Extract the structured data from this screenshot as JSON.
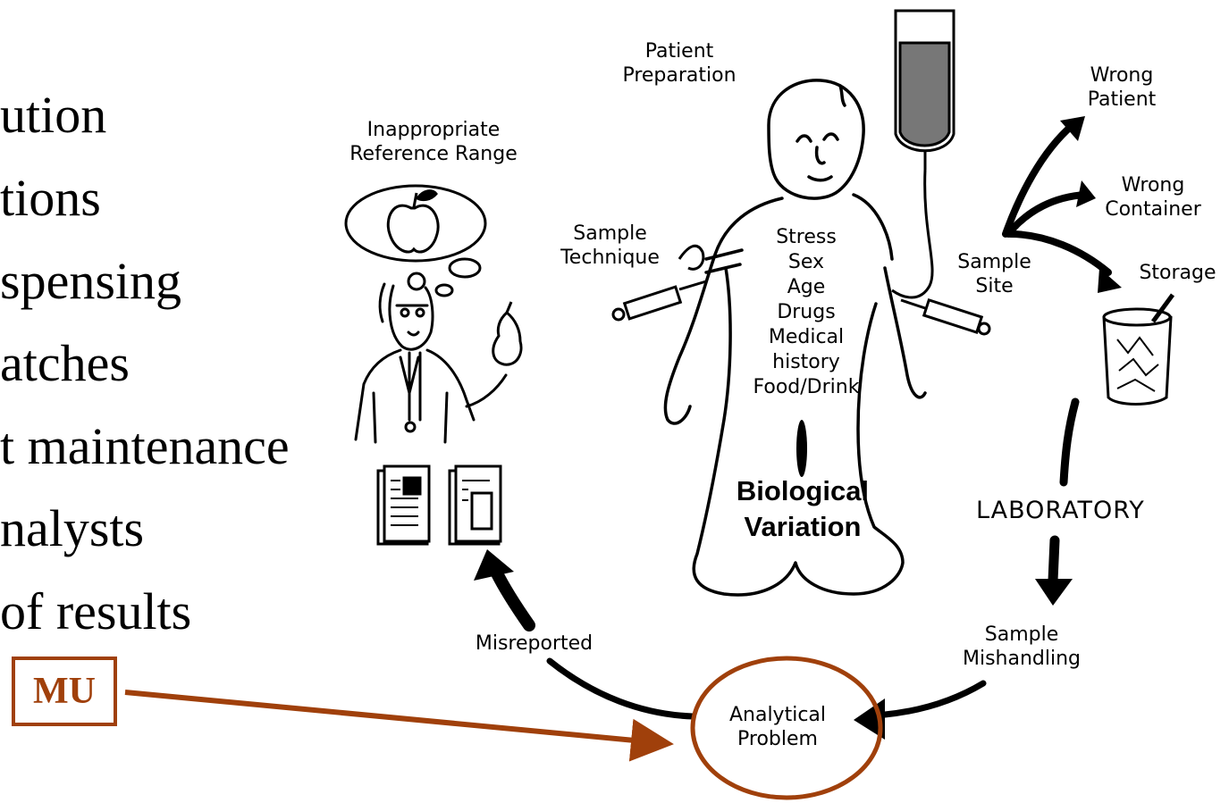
{
  "bullets": [
    "ution",
    "tions",
    "spensing",
    "atches",
    "t maintenance",
    "nalysts",
    "of results"
  ],
  "mu_label": "MU",
  "labels": {
    "patient_preparation": [
      "Patient",
      "Preparation"
    ],
    "inappropriate_reference_range": [
      "Inappropriate",
      "Reference Range"
    ],
    "sample_technique": [
      "Sample",
      "Technique"
    ],
    "wrong_patient": [
      "Wrong",
      "Patient"
    ],
    "wrong_container": [
      "Wrong",
      "Container"
    ],
    "sample_site": [
      "Sample",
      "Site"
    ],
    "storage": "Storage",
    "factors": [
      "Stress",
      "Sex",
      "Age",
      "Drugs",
      "Medical",
      "history",
      "Food/Drink"
    ],
    "biological_variation": [
      "Biological",
      "Variation"
    ],
    "laboratory": "LABORATORY",
    "sample_mishandling": [
      "Sample",
      "Mishandling"
    ],
    "misreported": "Misreported",
    "analytical_problem": [
      "Analytical",
      "Problem"
    ]
  },
  "colors": {
    "highlight": "#a0400b",
    "ink": "#000000"
  }
}
